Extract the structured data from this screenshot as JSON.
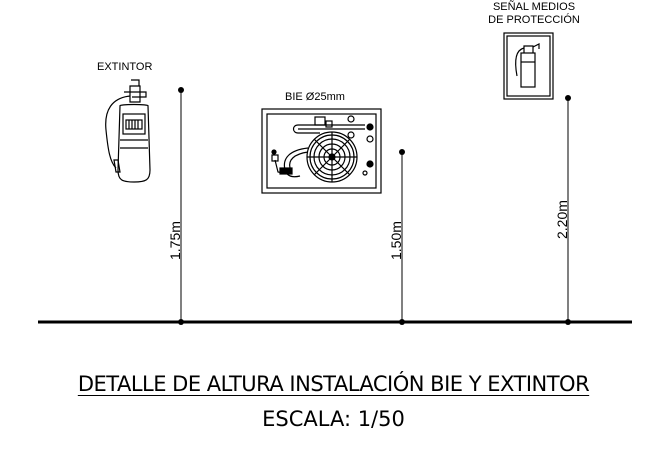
{
  "labels": {
    "extintor": "EXTINTOR",
    "bie": "BIE Ø25mm",
    "senal_line1": "SEÑAL MEDIOS",
    "senal_line2": "DE PROTECCIÓN"
  },
  "dimensions": {
    "extintor_height": "1.75m",
    "bie_height": "1.50m",
    "senal_height": "2.20m"
  },
  "title": {
    "main": "DETALLE DE ALTURA  INSTALACIÓN BIE Y EXTINTOR",
    "scale": "ESCALA: 1/50"
  }
}
